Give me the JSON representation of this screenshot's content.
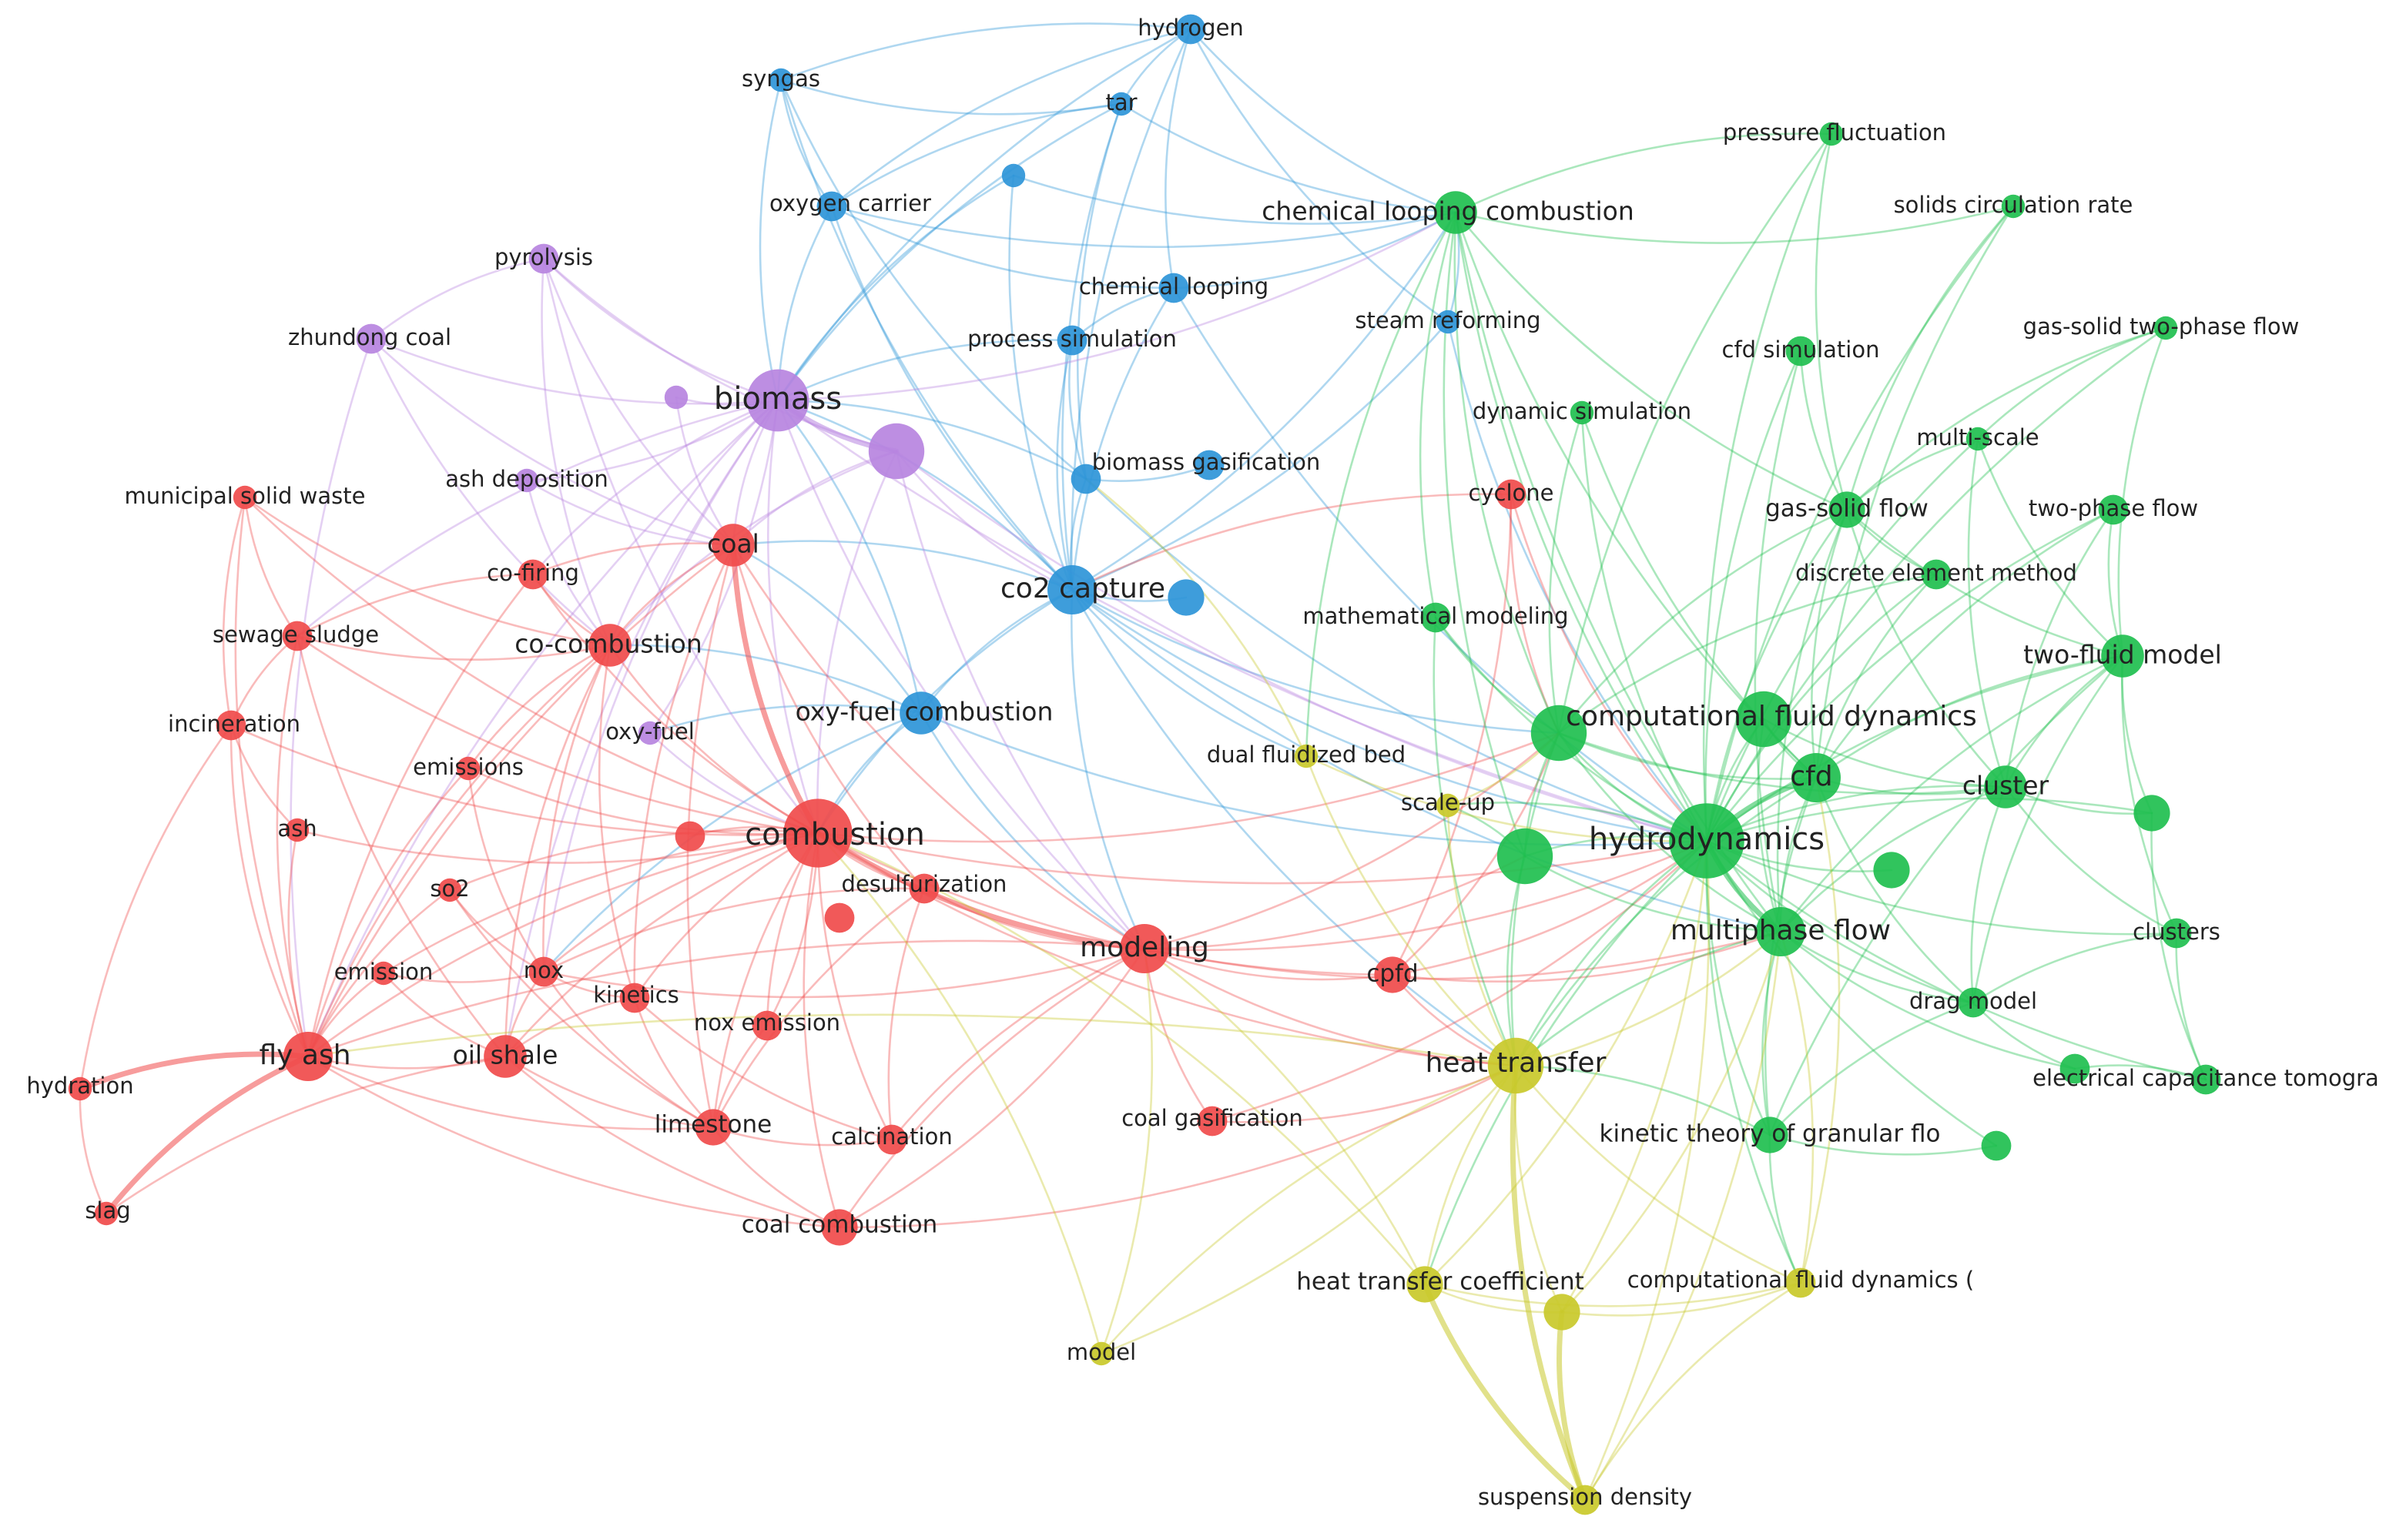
{
  "colors": {
    "red": "#f04b4b",
    "purple": "#b784e0",
    "blue": "#2e95d8",
    "green": "#1fbf4f",
    "yellow": "#c9c92a"
  },
  "nodes": [
    {
      "id": "hydrogen",
      "label": "hydrogen",
      "cluster": "blue",
      "weight": 2
    },
    {
      "id": "syngas",
      "label": "syngas",
      "cluster": "blue",
      "weight": 1
    },
    {
      "id": "tar",
      "label": "tar",
      "cluster": "blue",
      "weight": 1
    },
    {
      "id": "oxygen-carrier",
      "label": "oxygen carrier",
      "cluster": "blue",
      "weight": 2
    },
    {
      "id": "blue-small",
      "label": "",
      "cluster": "blue",
      "weight": 1
    },
    {
      "id": "chemical-looping",
      "label": "chemical looping",
      "cluster": "blue",
      "weight": 2
    },
    {
      "id": "process-simulation",
      "label": "process simulation",
      "cluster": "blue",
      "weight": 2
    },
    {
      "id": "biomass-gasification",
      "label": "biomass gasification",
      "cluster": "blue",
      "weight": 2
    },
    {
      "id": "co2-capture",
      "label": "co2 capture",
      "cluster": "blue",
      "weight": 5
    },
    {
      "id": "blue-mid",
      "label": "",
      "cluster": "blue",
      "weight": 3
    },
    {
      "id": "oxy-fuel-combustion",
      "label": "oxy-fuel combustion",
      "cluster": "blue",
      "weight": 4
    },
    {
      "id": "steam-reforming",
      "label": "steam reforming",
      "cluster": "blue",
      "weight": 1
    },
    {
      "id": "blue-gasif-small",
      "label": "",
      "cluster": "blue",
      "weight": 2
    },
    {
      "id": "pyrolysis",
      "label": "pyrolysis",
      "cluster": "purple",
      "weight": 2
    },
    {
      "id": "zhundong-coal",
      "label": "zhundong coal",
      "cluster": "purple",
      "weight": 2
    },
    {
      "id": "biomass",
      "label": "biomass",
      "cluster": "purple",
      "weight": 7
    },
    {
      "id": "purple-big",
      "label": "",
      "cluster": "purple",
      "weight": 6
    },
    {
      "id": "purple-small",
      "label": "",
      "cluster": "purple",
      "weight": 1
    },
    {
      "id": "ash-deposition",
      "label": "ash deposition",
      "cluster": "purple",
      "weight": 1
    },
    {
      "id": "oxy-fuel",
      "label": "oxy-fuel",
      "cluster": "purple",
      "weight": 1
    },
    {
      "id": "municipal-solid-waste",
      "label": "municipal solid waste",
      "cluster": "red",
      "weight": 1
    },
    {
      "id": "coal",
      "label": "coal",
      "cluster": "red",
      "weight": 4
    },
    {
      "id": "co-firing",
      "label": "co-firing",
      "cluster": "red",
      "weight": 2
    },
    {
      "id": "sewage-sludge",
      "label": "sewage sludge",
      "cluster": "red",
      "weight": 2
    },
    {
      "id": "co-combustion",
      "label": "co-combustion",
      "cluster": "red",
      "weight": 4
    },
    {
      "id": "incineration",
      "label": "incineration",
      "cluster": "red",
      "weight": 2
    },
    {
      "id": "emissions",
      "label": "emissions",
      "cluster": "red",
      "weight": 1
    },
    {
      "id": "ash",
      "label": "ash",
      "cluster": "red",
      "weight": 1
    },
    {
      "id": "combustion",
      "label": "combustion",
      "cluster": "red",
      "weight": 8
    },
    {
      "id": "red-small-1",
      "label": "",
      "cluster": "red",
      "weight": 2
    },
    {
      "id": "desulfurization",
      "label": "desulfurization",
      "cluster": "red",
      "weight": 2
    },
    {
      "id": "red-small-2",
      "label": "",
      "cluster": "red",
      "weight": 2
    },
    {
      "id": "so2",
      "label": "so2",
      "cluster": "red",
      "weight": 1
    },
    {
      "id": "emission",
      "label": "emission",
      "cluster": "red",
      "weight": 1
    },
    {
      "id": "nox",
      "label": "nox",
      "cluster": "red",
      "weight": 2
    },
    {
      "id": "kinetics",
      "label": "kinetics",
      "cluster": "red",
      "weight": 2
    },
    {
      "id": "nox-emission",
      "label": "nox emission",
      "cluster": "red",
      "weight": 2
    },
    {
      "id": "modeling",
      "label": "modeling",
      "cluster": "red",
      "weight": 5
    },
    {
      "id": "cpfd",
      "label": "cpfd",
      "cluster": "red",
      "weight": 3
    },
    {
      "id": "fly-ash",
      "label": "fly ash",
      "cluster": "red",
      "weight": 5
    },
    {
      "id": "oil-shale",
      "label": "oil shale",
      "cluster": "red",
      "weight": 4
    },
    {
      "id": "hydration",
      "label": "hydration",
      "cluster": "red",
      "weight": 1
    },
    {
      "id": "limestone",
      "label": "limestone",
      "cluster": "red",
      "weight": 3
    },
    {
      "id": "calcination",
      "label": "calcination",
      "cluster": "red",
      "weight": 2
    },
    {
      "id": "coal-gasification",
      "label": "coal gasification",
      "cluster": "red",
      "weight": 2
    },
    {
      "id": "slag",
      "label": "slag",
      "cluster": "red",
      "weight": 1
    },
    {
      "id": "coal-combustion",
      "label": "coal combustion",
      "cluster": "red",
      "weight": 3
    },
    {
      "id": "cyclone",
      "label": "cyclone",
      "cluster": "red",
      "weight": 2
    },
    {
      "id": "pressure-fluctuation",
      "label": "pressure fluctuation",
      "cluster": "green",
      "weight": 1
    },
    {
      "id": "chemical-looping-combustion",
      "label": "chemical looping combustion",
      "cluster": "green",
      "weight": 4
    },
    {
      "id": "solids-circulation-rate",
      "label": "solids circulation rate",
      "cluster": "green",
      "weight": 1
    },
    {
      "id": "cfd-simulation",
      "label": "cfd simulation",
      "cluster": "green",
      "weight": 2
    },
    {
      "id": "gas-solid-two-phase-flow",
      "label": "gas-solid two-phase flow",
      "cluster": "green",
      "weight": 1
    },
    {
      "id": "dynamic-simulation",
      "label": "dynamic simulation",
      "cluster": "green",
      "weight": 1
    },
    {
      "id": "multi-scale",
      "label": "multi-scale",
      "cluster": "green",
      "weight": 1
    },
    {
      "id": "gas-solid-flow",
      "label": "gas-solid flow",
      "cluster": "green",
      "weight": 3
    },
    {
      "id": "two-phase-flow",
      "label": "two-phase flow",
      "cluster": "green",
      "weight": 2
    },
    {
      "id": "discrete-element-method",
      "label": "discrete element method",
      "cluster": "green",
      "weight": 2
    },
    {
      "id": "mathematical-modeling",
      "label": "mathematical modeling",
      "cluster": "green",
      "weight": 2
    },
    {
      "id": "two-fluid-model",
      "label": "two-fluid model",
      "cluster": "green",
      "weight": 4
    },
    {
      "id": "computational-fluid-dynamics",
      "label": "computational fluid dynamics",
      "cluster": "green",
      "weight": 6
    },
    {
      "id": "green-cfd-big",
      "label": "",
      "cluster": "green",
      "weight": 6
    },
    {
      "id": "cfd",
      "label": "cfd",
      "cluster": "green",
      "weight": 5
    },
    {
      "id": "cluster",
      "label": "cluster",
      "cluster": "green",
      "weight": 4
    },
    {
      "id": "green-right-small",
      "label": "",
      "cluster": "green",
      "weight": 3
    },
    {
      "id": "hydrodynamics",
      "label": "hydrodynamics",
      "cluster": "green",
      "weight": 9
    },
    {
      "id": "green-left-big",
      "label": "",
      "cluster": "green",
      "weight": 6
    },
    {
      "id": "green-mid-small",
      "label": "",
      "cluster": "green",
      "weight": 3
    },
    {
      "id": "multiphase-flow",
      "label": "multiphase flow",
      "cluster": "green",
      "weight": 5
    },
    {
      "id": "clusters",
      "label": "clusters",
      "cluster": "green",
      "weight": 2
    },
    {
      "id": "drag-model",
      "label": "drag model",
      "cluster": "green",
      "weight": 2
    },
    {
      "id": "electrical-capacitance-tomogra",
      "label": "electrical capacitance tomogra",
      "cluster": "green",
      "weight": 2
    },
    {
      "id": "green-ect-small",
      "label": "",
      "cluster": "green",
      "weight": 2
    },
    {
      "id": "kinetic-theory",
      "label": "kinetic theory of granular flo",
      "cluster": "green",
      "weight": 3
    },
    {
      "id": "green-bottom-small",
      "label": "",
      "cluster": "green",
      "weight": 2
    },
    {
      "id": "dual-fluidized-bed",
      "label": "dual fluidized bed",
      "cluster": "yellow",
      "weight": 1
    },
    {
      "id": "scale-up",
      "label": "scale-up",
      "cluster": "yellow",
      "weight": 1
    },
    {
      "id": "heat-transfer",
      "label": "heat transfer",
      "cluster": "yellow",
      "weight": 6
    },
    {
      "id": "heat-transfer-coefficient",
      "label": "heat transfer coefficient",
      "cluster": "yellow",
      "weight": 3
    },
    {
      "id": "yellow-mid",
      "label": "",
      "cluster": "yellow",
      "weight": 3
    },
    {
      "id": "computational-fluid-dynamics-paren",
      "label": "computational fluid dynamics (",
      "cluster": "yellow",
      "weight": 2
    },
    {
      "id": "model",
      "label": "model",
      "cluster": "yellow",
      "weight": 1
    },
    {
      "id": "suspension-density",
      "label": "suspension density",
      "cluster": "yellow",
      "weight": 2
    }
  ]
}
